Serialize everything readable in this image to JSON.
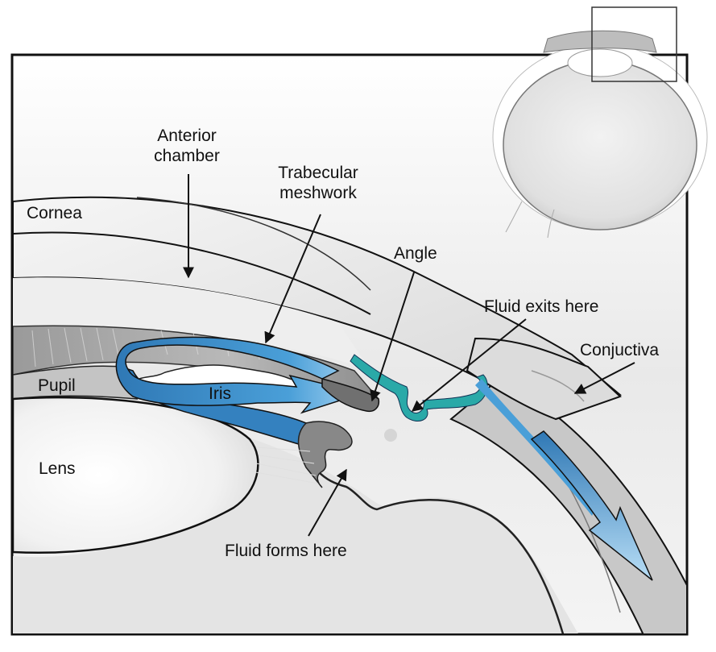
{
  "title": "Aqueous humor flow in the eye",
  "colors": {
    "fluid_blue": "#4a9fd8",
    "fluid_blue_dark": "#2f78b5",
    "drainage_teal": "#2aa9a8",
    "tissue_gray": "#a9a9a9",
    "outline": "#111111"
  },
  "labels": {
    "anterior_chamber": [
      "Anterior",
      "chamber"
    ],
    "trabecular_meshwork": [
      "Trabecular",
      "meshwork"
    ],
    "cornea": "Cornea",
    "angle": "Angle",
    "fluid_exits": "Fluid exits here",
    "conjuctiva": "Conjuctiva",
    "pupil": "Pupil",
    "iris": "Iris",
    "lens": "Lens",
    "fluid_forms": "Fluid forms here"
  },
  "inset": {
    "description": "Whole-eye cross-section with highlighted region"
  }
}
